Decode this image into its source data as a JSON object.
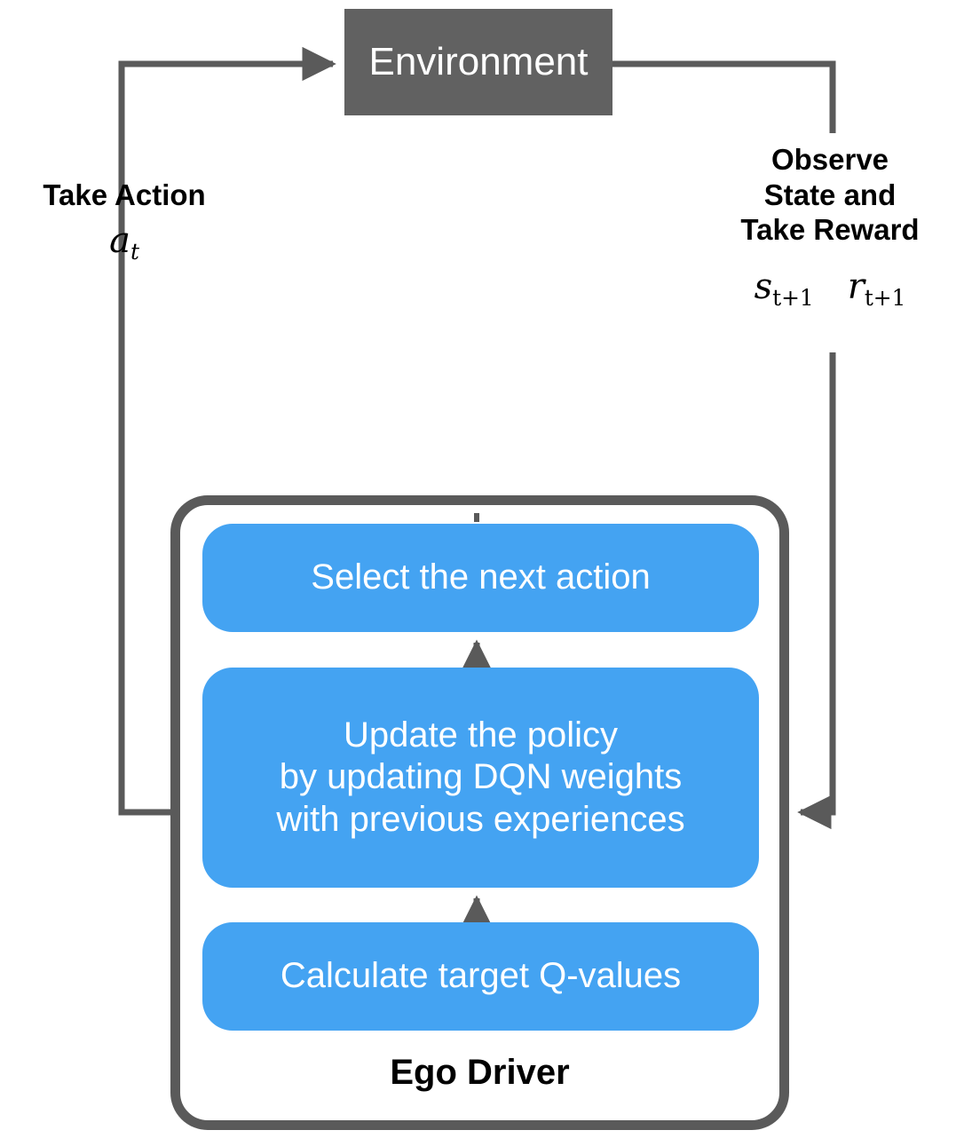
{
  "diagram": {
    "title": "DQN reinforcement learning loop",
    "colors": {
      "environment_fill": "#616161",
      "step_fill": "#44A3F2",
      "container_border": "#5a5a5a",
      "connector": "#5a5a5a",
      "step_text": "#ffffff",
      "label_text": "#000000"
    },
    "environment": {
      "label": "Environment"
    },
    "edges": {
      "left": {
        "label": "Take Action",
        "symbol_base": "a",
        "symbol_sub": "t"
      },
      "right": {
        "label": "Observe\nState and\nTake Reward",
        "symbols": [
          {
            "base": "s",
            "sub": "t+1"
          },
          {
            "base": "r",
            "sub": "t+1"
          }
        ]
      }
    },
    "agent": {
      "title": "Ego Driver",
      "steps": [
        {
          "id": "select-next-action",
          "label": "Select the next action"
        },
        {
          "id": "update-policy",
          "label": "Update the policy\nby updating DQN weights\nwith previous experiences"
        },
        {
          "id": "calculate-target-q-values",
          "label": "Calculate target Q-values"
        }
      ]
    }
  }
}
